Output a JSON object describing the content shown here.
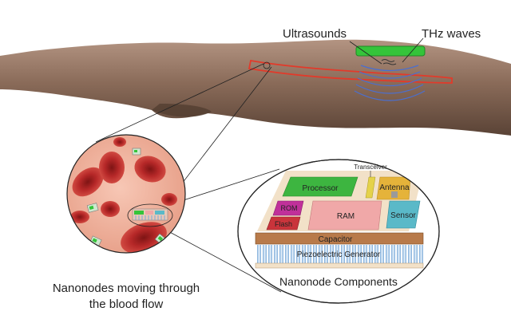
{
  "labels": {
    "ultrasounds": "Ultrasounds",
    "thz_waves": "THz waves",
    "nanonodes_line1": "Nanonodes moving through",
    "nanonodes_line2": "the blood flow",
    "components_title": "Nanonode Components"
  },
  "components": {
    "processor": "Processor",
    "transceiver": "Transceiver",
    "antenna": "Antenna",
    "rom": "ROM",
    "flash": "Flash",
    "ram": "RAM",
    "sensor": "Sensor",
    "capacitor": "Capacitor",
    "piezo": "Piezoelectric Generator"
  },
  "colors": {
    "skin": "#8a6a58",
    "blood_cell": "#b02a2a",
    "plasma": "#efb3a0",
    "vessel_outline": "#e23a2a",
    "device_green": "#35c43a",
    "processor": "#3db540",
    "antenna": "#e5b33a",
    "rom": "#c0309a",
    "flash": "#c9343b",
    "ram": "#f0a8a8",
    "sensor": "#5ab9c8",
    "capacitor": "#b87a4a",
    "piezo": "#9fc3e6"
  }
}
